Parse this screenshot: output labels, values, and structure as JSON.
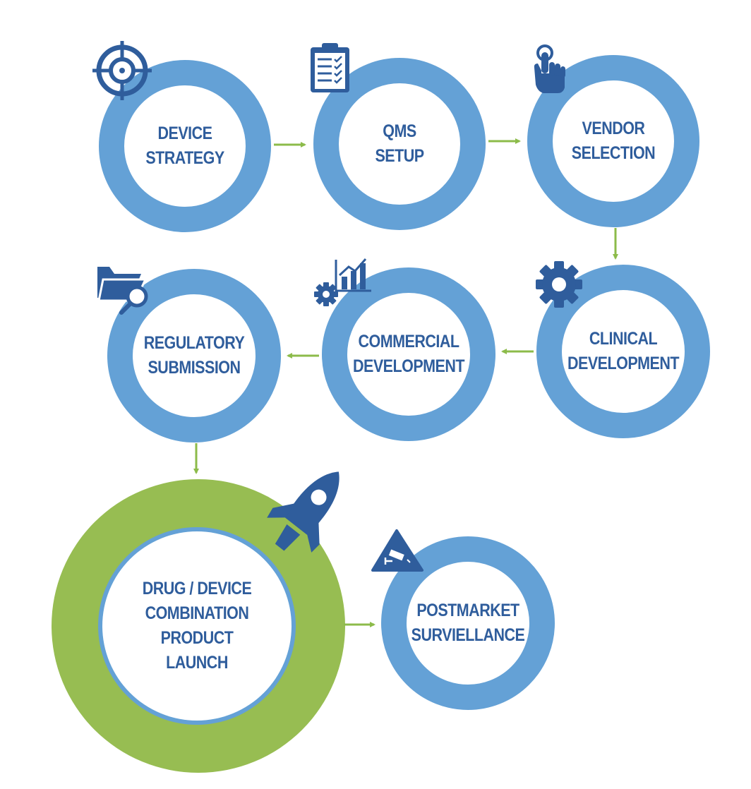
{
  "steps": {
    "device_strategy": {
      "line1": "DEVICE",
      "line2": "STRATEGY"
    },
    "qms_setup": {
      "line1": "QMS",
      "line2": "SETUP"
    },
    "vendor_selection": {
      "line1": "VENDOR",
      "line2": "SELECTION"
    },
    "clinical_development": {
      "line1": "CLINICAL",
      "line2": "DEVELOPMENT"
    },
    "commercial_development": {
      "line1": "COMMERCIAL",
      "line2": "DEVELOPMENT"
    },
    "regulatory_submission": {
      "line1": "REGULATORY",
      "line2": "SUBMISSION"
    },
    "product_launch": {
      "line1": "DRUG / DEVICE",
      "line2": "COMBINATION",
      "line3": "PRODUCT",
      "line4": "LAUNCH"
    },
    "postmarket": {
      "line1": "POSTMARKET",
      "line2": "SURVIELLANCE"
    }
  },
  "colors": {
    "ring_blue": "#64a1d6",
    "launch_green": "#97bd52",
    "text_navy": "#2f5d9c",
    "icon_navy": "#2f5d9c",
    "arrow_green": "#8cbb4a"
  },
  "icons": {
    "device_strategy": "target-icon",
    "qms_setup": "clipboard-checklist-icon",
    "vendor_selection": "hand-pointer-icon",
    "clinical_development": "gear-icon",
    "commercial_development": "gear-chart-icon",
    "regulatory_submission": "folder-search-icon",
    "product_launch": "rocket-icon",
    "postmarket": "surveillance-camera-icon"
  }
}
